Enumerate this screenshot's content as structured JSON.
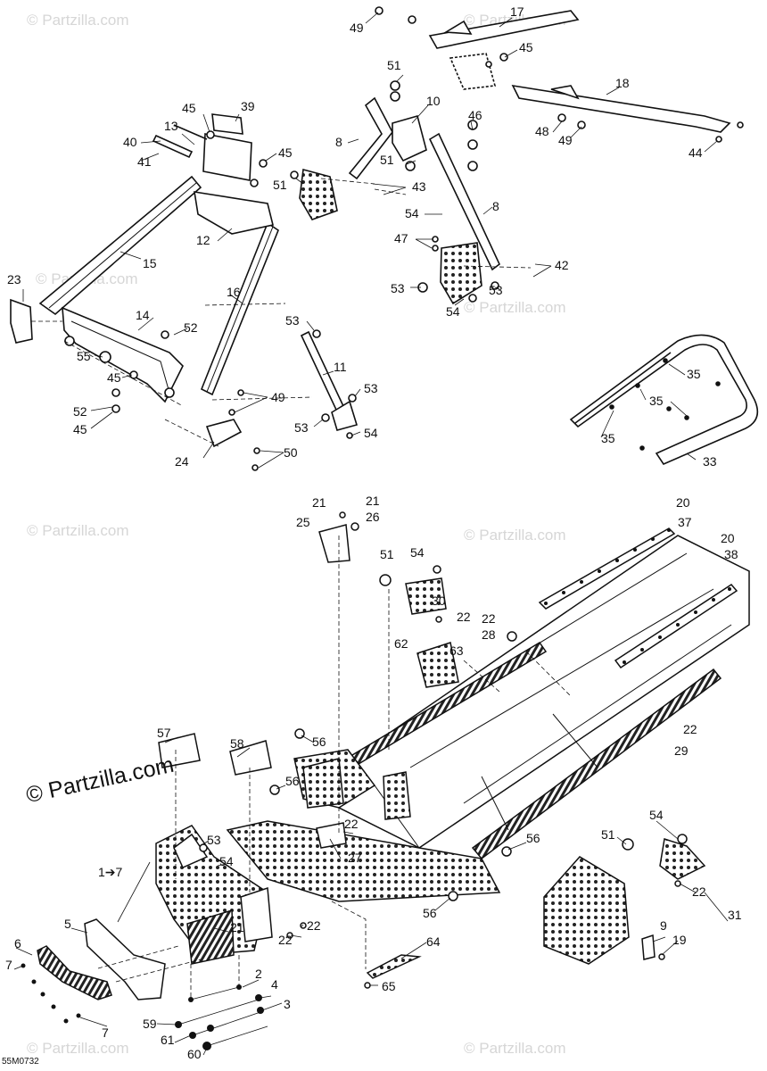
{
  "diagram": {
    "code": "55M0732",
    "watermark_large": "© Partzilla.com",
    "watermark_small": "© Partzilla.com",
    "callouts": {
      "c1": "1➔7",
      "c2": "2",
      "c3": "3",
      "c4": "4",
      "c5": "5",
      "c6": "6",
      "c7a": "7",
      "c7b": "7",
      "c8a": "8",
      "c8b": "8",
      "c9": "9",
      "c10": "10",
      "c11": "11",
      "c12": "12",
      "c13": "13",
      "c14": "14",
      "c15": "15",
      "c16": "16",
      "c17": "17",
      "c18": "18",
      "c19": "19",
      "c20a": "20",
      "c20b": "20",
      "c21a": "21",
      "c21b": "21",
      "c21c": "21",
      "c22a": "22",
      "c22b": "22",
      "c22c": "22",
      "c22d": "22",
      "c22e": "22",
      "c22f": "22",
      "c22g": "22",
      "c23": "23",
      "c24": "24",
      "c25": "25",
      "c26": "26",
      "c27": "27",
      "c28": "28",
      "c29": "29",
      "c30": "30",
      "c31": "31",
      "c33": "33",
      "c35a": "35",
      "c35b": "35",
      "c35c": "35",
      "c37": "37",
      "c38": "38",
      "c39": "39",
      "c40": "40",
      "c41": "41",
      "c42": "42",
      "c43": "43",
      "c44": "44",
      "c45a": "45",
      "c45b": "45",
      "c45c": "45",
      "c45d": "45",
      "c45e": "45",
      "c46": "46",
      "c47": "47",
      "c48": "48",
      "c49a": "49",
      "c49b": "49",
      "c49c": "49",
      "c50": "50",
      "c51a": "51",
      "c51b": "51",
      "c51c": "51",
      "c51d": "51",
      "c51e": "51",
      "c52a": "52",
      "c52b": "52",
      "c53a": "53",
      "c53b": "53",
      "c53c": "53",
      "c53d": "53",
      "c53e": "53",
      "c53f": "53",
      "c54a": "54",
      "c54b": "54",
      "c54c": "54",
      "c54d": "54",
      "c54e": "54",
      "c54f": "54",
      "c55": "55",
      "c56a": "56",
      "c56b": "56",
      "c56c": "56",
      "c56d": "56",
      "c57": "57",
      "c58": "58",
      "c59": "59",
      "c60": "60",
      "c61": "61",
      "c62": "62",
      "c63": "63",
      "c64": "64",
      "c65": "65"
    }
  }
}
